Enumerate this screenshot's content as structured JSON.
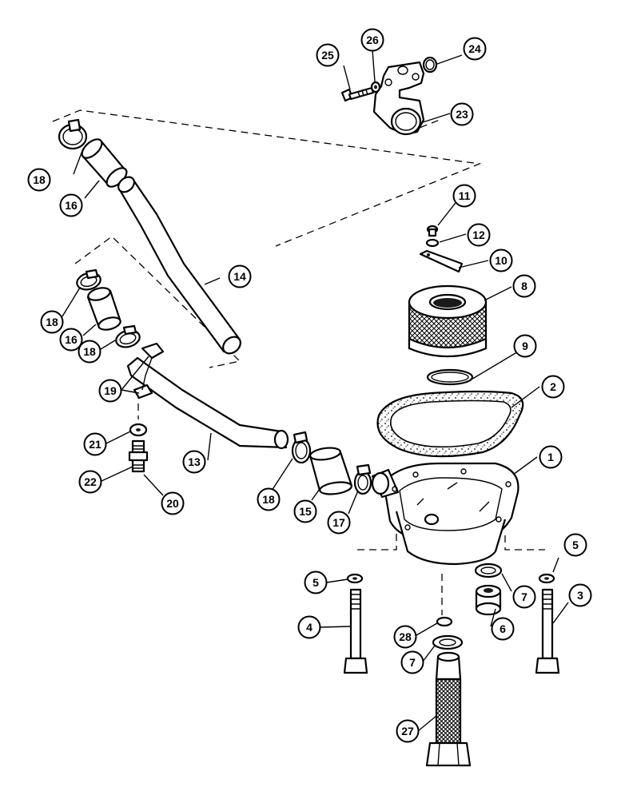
{
  "callouts": [
    {
      "id": "c1",
      "label": "1"
    },
    {
      "id": "c2",
      "label": "2"
    },
    {
      "id": "c3",
      "label": "3"
    },
    {
      "id": "c4",
      "label": "4"
    },
    {
      "id": "c5a",
      "label": "5"
    },
    {
      "id": "c5b",
      "label": "5"
    },
    {
      "id": "c6",
      "label": "6"
    },
    {
      "id": "c7a",
      "label": "7"
    },
    {
      "id": "c7b",
      "label": "7"
    },
    {
      "id": "c8",
      "label": "8"
    },
    {
      "id": "c9",
      "label": "9"
    },
    {
      "id": "c10",
      "label": "10"
    },
    {
      "id": "c11",
      "label": "11"
    },
    {
      "id": "c12",
      "label": "12"
    },
    {
      "id": "c13",
      "label": "13"
    },
    {
      "id": "c14",
      "label": "14"
    },
    {
      "id": "c15",
      "label": "15"
    },
    {
      "id": "c16a",
      "label": "16"
    },
    {
      "id": "c16b",
      "label": "16"
    },
    {
      "id": "c17",
      "label": "17"
    },
    {
      "id": "c18a",
      "label": "18"
    },
    {
      "id": "c18b",
      "label": "18"
    },
    {
      "id": "c18c",
      "label": "18"
    },
    {
      "id": "c18d",
      "label": "18"
    },
    {
      "id": "c19",
      "label": "19"
    },
    {
      "id": "c20",
      "label": "20"
    },
    {
      "id": "c21",
      "label": "21"
    },
    {
      "id": "c22",
      "label": "22"
    },
    {
      "id": "c23",
      "label": "23"
    },
    {
      "id": "c24",
      "label": "24"
    },
    {
      "id": "c25",
      "label": "25"
    },
    {
      "id": "c26",
      "label": "26"
    },
    {
      "id": "c27",
      "label": "27"
    },
    {
      "id": "c28",
      "label": "28"
    }
  ]
}
